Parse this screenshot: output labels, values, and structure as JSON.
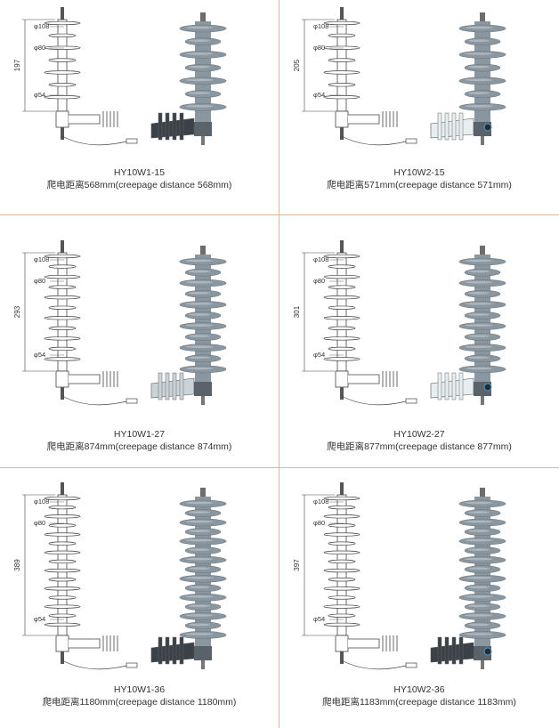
{
  "products": [
    {
      "model": "HY10W1-15",
      "creepage": "爬电距离568mm(creepage  distance  568mm)",
      "height_label": "197",
      "dims": [
        "φ108",
        "φ80",
        "φ54"
      ],
      "sheds": 7,
      "variant": "W1",
      "bracket_color": "#3a4148"
    },
    {
      "model": "HY10W2-15",
      "creepage": "爬电距离571mm(creepage  distance  571mm)",
      "height_label": "205",
      "dims": [
        "φ108",
        "φ80",
        "φ54"
      ],
      "sheds": 7,
      "variant": "W2",
      "bracket_color": "#e6eef0"
    },
    {
      "model": "HY10W1-27",
      "creepage": "爬电距离874mm(creepage  distance  874mm)",
      "height_label": "293",
      "dims": [
        "φ108",
        "φ80",
        "φ54"
      ],
      "sheds": 11,
      "variant": "W1",
      "bracket_color": "#c9d3d8"
    },
    {
      "model": "HY10W2-27",
      "creepage": "爬电距离877mm(creepage  distance  877mm)",
      "height_label": "301",
      "dims": [
        "φ108",
        "φ80",
        "φ54"
      ],
      "sheds": 11,
      "variant": "W2",
      "bracket_color": "#e6eef0"
    },
    {
      "model": "HY10W1-36",
      "creepage": "爬电距离1180mm(creepage  distance  1180mm)",
      "height_label": "389",
      "dims": [
        "φ108",
        "φ80",
        "φ54"
      ],
      "sheds": 15,
      "variant": "W1",
      "bracket_color": "#3a4148"
    },
    {
      "model": "HY10W2-36",
      "creepage": "爬电距离1183mm(creepage  distance  1183mm)",
      "height_label": "397",
      "dims": [
        "φ108",
        "φ80",
        "φ54"
      ],
      "sheds": 15,
      "variant": "W2",
      "bracket_color": "#3a4148"
    }
  ],
  "colors": {
    "divider": "#e2b38f",
    "housing": "#8b97a0",
    "housing_light": "#c4ccd2",
    "line": "#444444"
  }
}
